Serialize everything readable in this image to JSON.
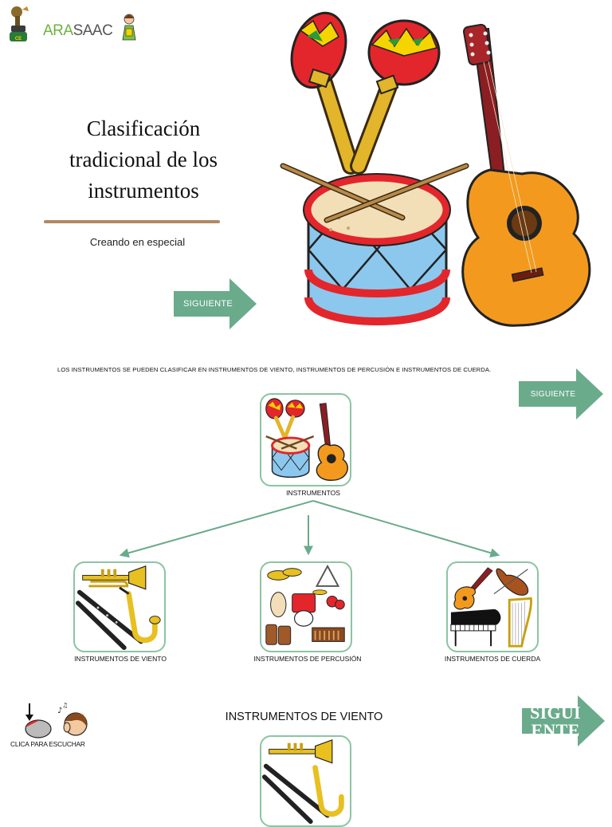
{
  "header": {
    "logo_text_a": "ARA",
    "logo_text_b": "SAAC",
    "badge_letter": "CE"
  },
  "title": {
    "line1": "Clasificación",
    "line2": "tradicional de los",
    "line3": "instrumentos"
  },
  "subtitle": "Creando en especial",
  "next_label": "SIGUIENTE",
  "next_label_clipped": "SIGUI ENTE",
  "info": "LOS INSTRUMENTOS SE PUEDEN CLASIFICAR EN INSTRUMENTOS DE VIENTO, INSTRUMENTOS DE PERCUSIÓN E INSTRUMENTOS DE CUERDA.",
  "diagram": {
    "root": "INSTRUMENTOS",
    "wind": "INSTRUMENTOS DE VIENTO",
    "percussion": "INSTRUMENTOS DE PERCUSIÓN",
    "string": "INSTRUMENTOS DE CUERDA"
  },
  "listen": {
    "label": "CLICA PARA ESCUCHAR"
  },
  "section": {
    "heading": "INSTRUMENTOS DE VIENTO"
  },
  "colors": {
    "accent_green": "#6aab8c",
    "card_border": "#8cc4a2",
    "divider_brown": "#b08a64",
    "maraca_red": "#e3262b",
    "guitar_orange": "#f39a1e",
    "drum_blue": "#8cc8ee"
  },
  "icons": [
    "trophy-icon",
    "girl-pictogram-icon",
    "maracas-icon",
    "drum-icon",
    "guitar-icon",
    "trumpet-icon",
    "saxophone-icon",
    "clarinet-icon",
    "piano-icon",
    "harp-icon",
    "violin-icon",
    "mouse-icon",
    "listening-head-icon"
  ]
}
